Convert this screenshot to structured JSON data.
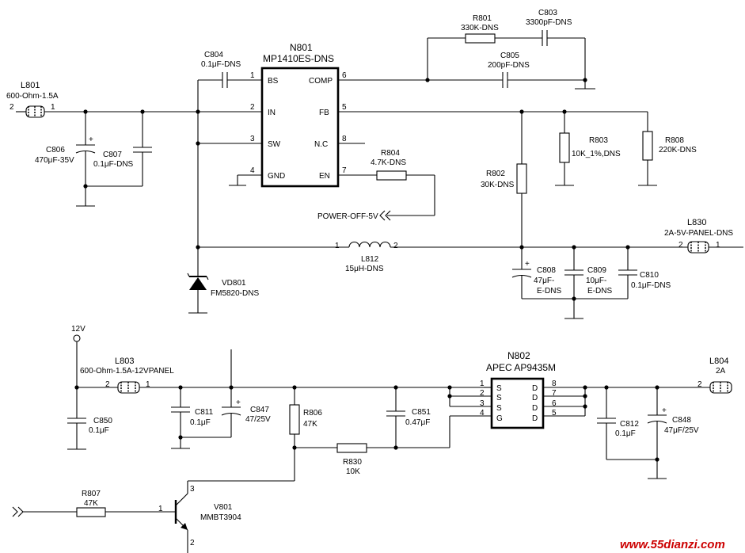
{
  "colors": {
    "ink": "#000000",
    "background": "#ffffff",
    "watermark": "#cc0000"
  },
  "watermark": "www.55dianzi.com",
  "net_12v": "12V",
  "power_off": "POWER-OFF-5V",
  "n801": {
    "ref": "N801",
    "part": "MP1410ES-DNS",
    "pins_left": [
      {
        "name": "BS",
        "num": "1"
      },
      {
        "name": "IN",
        "num": "2"
      },
      {
        "name": "SW",
        "num": "3"
      },
      {
        "name": "GND",
        "num": "4"
      }
    ],
    "pins_right": [
      {
        "name": "COMP",
        "num": "6"
      },
      {
        "name": "FB",
        "num": "5"
      },
      {
        "name": "N.C",
        "num": "8"
      },
      {
        "name": "EN",
        "num": "7"
      }
    ]
  },
  "n802": {
    "ref": "N802",
    "part": "APEC AP9435M",
    "pins_left": [
      {
        "name": "S",
        "num": "1"
      },
      {
        "name": "S",
        "num": "2"
      },
      {
        "name": "S",
        "num": "3"
      },
      {
        "name": "G",
        "num": "4"
      }
    ],
    "pins_right": [
      {
        "name": "D",
        "num": "8"
      },
      {
        "name": "D",
        "num": "7"
      },
      {
        "name": "D",
        "num": "6"
      },
      {
        "name": "D",
        "num": "5"
      }
    ]
  },
  "parts": {
    "L801": {
      "ref": "L801",
      "value": "600-Ohm-1.5A",
      "p1": "2",
      "p2": "1"
    },
    "C806": {
      "ref": "C806",
      "value": "470μF-35V"
    },
    "C807": {
      "ref": "C807",
      "value": "0.1μF-DNS"
    },
    "C804": {
      "ref": "C804",
      "value": "0.1μF-DNS"
    },
    "R801": {
      "ref": "R801",
      "value": "330K-DNS"
    },
    "C803": {
      "ref": "C803",
      "value": "3300pF-DNS"
    },
    "C805": {
      "ref": "C805",
      "value": "200pF-DNS"
    },
    "R804": {
      "ref": "R804",
      "value": "4.7K-DNS"
    },
    "R803": {
      "ref": "R803",
      "value": "10K_1%,DNS"
    },
    "R808": {
      "ref": "R808",
      "value": "220K-DNS"
    },
    "R802": {
      "ref": "R802",
      "value": "30K-DNS"
    },
    "L812": {
      "ref": "L812",
      "value": "15μH-DNS",
      "p1": "1",
      "p2": "2"
    },
    "L830": {
      "ref": "L830",
      "value": "2A-5V-PANEL-DNS",
      "p1": "2",
      "p2": "1"
    },
    "C808": {
      "ref": "C808",
      "value1": "47μF-",
      "value2": "E-DNS"
    },
    "C809": {
      "ref": "C809",
      "value1": "10μF-",
      "value2": "E-DNS"
    },
    "C810": {
      "ref": "C810",
      "value": "0.1μF-DNS"
    },
    "VD801": {
      "ref": "VD801",
      "value": "FM5820-DNS"
    },
    "L803": {
      "ref": "L803",
      "value": "600-Ohm-1.5A-12VPANEL",
      "p1": "2",
      "p2": "1"
    },
    "C850": {
      "ref": "C850",
      "value": "0.1μF"
    },
    "C811": {
      "ref": "C811",
      "value": "0.1μF"
    },
    "C847": {
      "ref": "C847",
      "value": "47/25V"
    },
    "R806": {
      "ref": "R806",
      "value": "47K"
    },
    "C851": {
      "ref": "C851",
      "value": "0.47μF"
    },
    "R830": {
      "ref": "R830",
      "value": "10K"
    },
    "L804": {
      "ref": "L804",
      "value": "2A",
      "p1": "2"
    },
    "C812": {
      "ref": "C812",
      "value": "0.1μF"
    },
    "C848": {
      "ref": "C848",
      "value": "47μF/25V"
    },
    "R807": {
      "ref": "R807",
      "value": "47K"
    },
    "V801": {
      "ref": "V801",
      "value": "MMBT3904",
      "p1": "1",
      "p2": "2",
      "p3": "3"
    }
  }
}
